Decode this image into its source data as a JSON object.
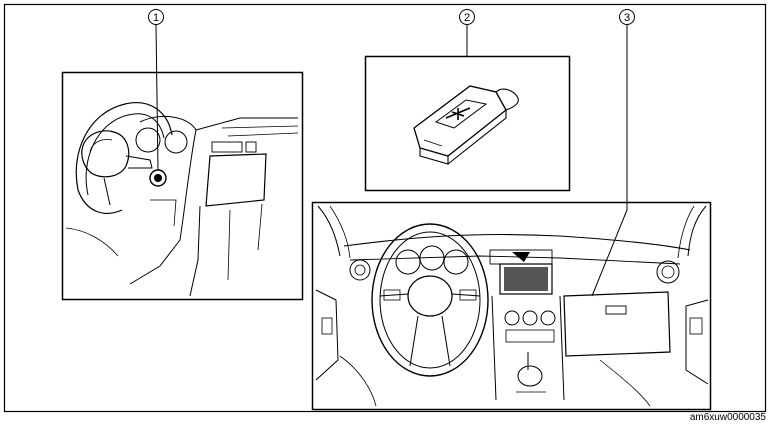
{
  "callouts": {
    "one": "1",
    "two": "2",
    "three": "3"
  },
  "figure_code": "am6xuw0000035"
}
